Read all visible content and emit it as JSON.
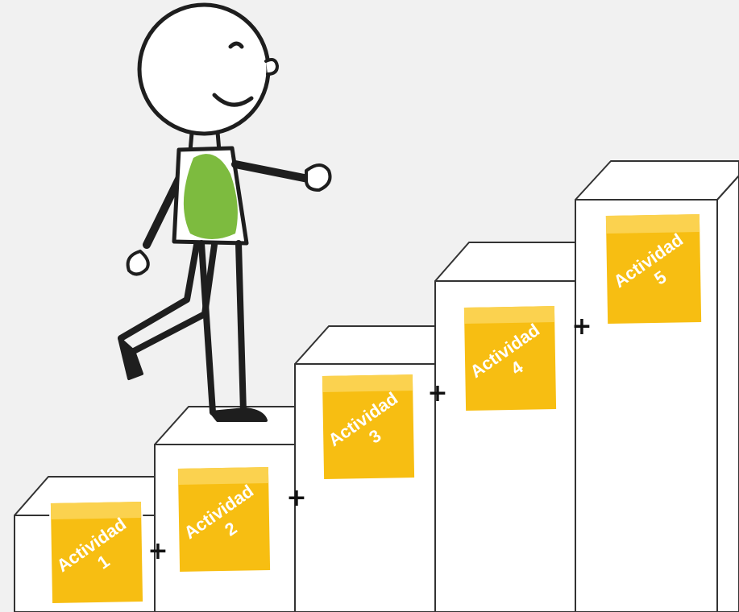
{
  "colors": {
    "background": "#f1f1f1",
    "note": "#f7be12",
    "note_top": "#fbd24f",
    "shirt": "#7dbb3f",
    "outline": "#222222"
  },
  "steps": [
    {
      "label": "Actividad",
      "number": "1"
    },
    {
      "label": "Actividad",
      "number": "2"
    },
    {
      "label": "Actividad",
      "number": "3"
    },
    {
      "label": "Actividad",
      "number": "4"
    },
    {
      "label": "Actividad",
      "number": "5"
    }
  ],
  "connector": "+"
}
